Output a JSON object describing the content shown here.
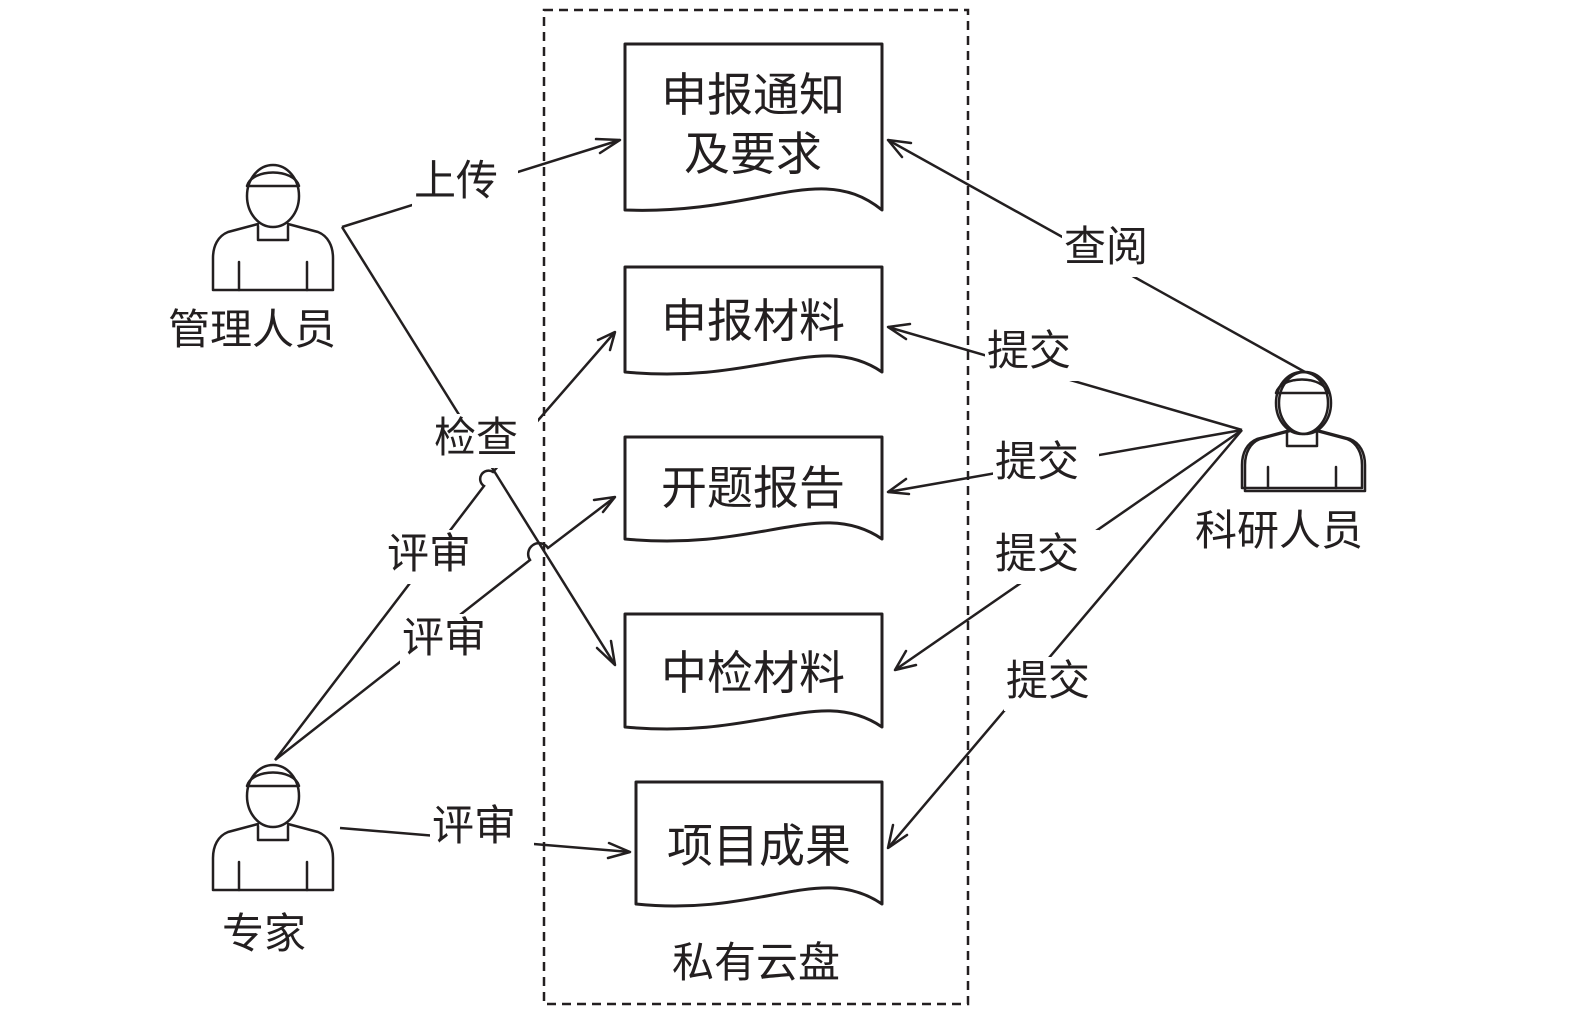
{
  "actors": {
    "manager": "管理人员",
    "expert": "专家",
    "researcher": "科研人员"
  },
  "container": {
    "label": "私有云盘"
  },
  "documents": {
    "notice_line1": "申报通知",
    "notice_line2": "及要求",
    "application": "申报材料",
    "proposal": "开题报告",
    "midterm": "中检材料",
    "results": "项目成果"
  },
  "edges": {
    "upload": "上传",
    "check": "检查",
    "review_1": "评审",
    "review_2": "评审",
    "review_3": "评审",
    "view": "查阅",
    "submit_1": "提交",
    "submit_2": "提交",
    "submit_3": "提交",
    "submit_4": "提交"
  }
}
